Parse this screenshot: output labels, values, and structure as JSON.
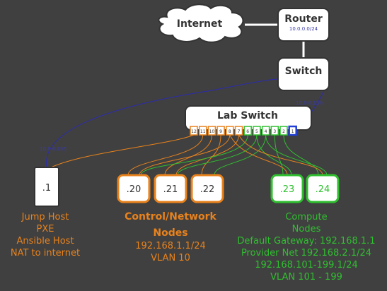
{
  "colors": {
    "background": "#404040",
    "box_fill": "#ffffff",
    "box_stroke": "#333333",
    "uplink": "#2b2bb0",
    "control": "#e8821c",
    "compute": "#2fbf2f",
    "uplink_port": "#1f3fd6",
    "label_blue": "#3a3aaa"
  },
  "internet": {
    "label": "Internet"
  },
  "router": {
    "label": "Router",
    "subnet": "10.0.0.0/24"
  },
  "switch": {
    "label": "Switch",
    "ip": "10.0.0.150"
  },
  "lab_switch": {
    "label": "Lab Switch",
    "ports": [
      {
        "label": "12",
        "group": "control"
      },
      {
        "label": "11",
        "group": "control"
      },
      {
        "label": "10",
        "group": "control"
      },
      {
        "label": "9",
        "group": "control"
      },
      {
        "label": "8",
        "group": "control"
      },
      {
        "label": "7",
        "group": "control"
      },
      {
        "label": "6",
        "group": "compute"
      },
      {
        "label": "5",
        "group": "compute"
      },
      {
        "label": "4",
        "group": "compute"
      },
      {
        "label": "3",
        "group": "compute"
      },
      {
        "label": "2",
        "group": "compute"
      },
      {
        "label": "1",
        "group": "uplink"
      }
    ]
  },
  "jump_host": {
    "ip": ".1",
    "uplink_ip": "10.0.0.155",
    "description": [
      "Jump Host",
      "PXE",
      "Ansible Host",
      "NAT to internet"
    ]
  },
  "control_nodes": {
    "ips": [
      ".20",
      ".21",
      ".22"
    ],
    "title": [
      "Control/Network",
      "Nodes"
    ],
    "details": [
      "192.168.1.1/24",
      "VLAN 10"
    ]
  },
  "compute_nodes": {
    "ips": [
      ".23",
      ".24"
    ],
    "title": [
      "Compute",
      "Nodes"
    ],
    "details": [
      "Default Gateway: 192.168.1.1",
      "Provider Net 192.168.2.1/24",
      "192.168.101-199.1/24",
      "VLAN 101 - 199"
    ]
  }
}
